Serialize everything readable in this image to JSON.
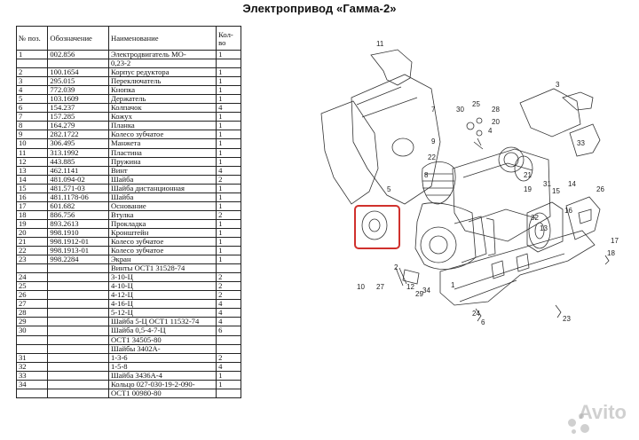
{
  "title": "Электропривод «Гамма-2»",
  "table": {
    "headers": [
      "№ поз.",
      "Обозначение",
      "Наименование",
      "Кол-во"
    ],
    "rows": [
      [
        "1",
        "002.856",
        "Электродвигатель МО-",
        "1"
      ],
      [
        "",
        "",
        "0,23-2",
        ""
      ],
      [
        "2",
        "100.1654",
        "Корпус редуктора",
        "1"
      ],
      [
        "3",
        "295.015",
        "Переключатель",
        "1"
      ],
      [
        "4",
        "772.039",
        "Кнопка",
        "1"
      ],
      [
        "5",
        "103.1609",
        "Держатель",
        "1"
      ],
      [
        "6",
        "154.237",
        "Колпачок",
        "4"
      ],
      [
        "7",
        "157.285",
        "Кожух",
        "1"
      ],
      [
        "8",
        "164.279",
        "Планка",
        "1"
      ],
      [
        "9",
        "282.1722",
        "Колесо зубчатое",
        "1"
      ],
      [
        "10",
        "306.495",
        "Манжета",
        "1"
      ],
      [
        "11",
        "313.1992",
        "Пластина",
        "1"
      ],
      [
        "12",
        "443.885",
        "Пружина",
        "1"
      ],
      [
        "13",
        "462.1141",
        "Винт",
        "4"
      ],
      [
        "14",
        "481.094-02",
        "Шайба",
        "2"
      ],
      [
        "15",
        "481.571-03",
        "Шайба дистанционная",
        "1"
      ],
      [
        "16",
        "481.1178-06",
        "Шайба",
        "1"
      ],
      [
        "17",
        "601.682",
        "Основание",
        "1"
      ],
      [
        "18",
        "886.756",
        "Втулка",
        "2"
      ],
      [
        "19",
        "893.2613",
        "Прокладка",
        "1"
      ],
      [
        "20",
        "998.1910",
        "Кронштейн",
        "1"
      ],
      [
        "21",
        "998.1912-01",
        "Колесо зубчатое",
        "1"
      ],
      [
        "22",
        "998.1913-01",
        "Колесо зубчатое",
        "1"
      ],
      [
        "23",
        "998.2284",
        "Экран",
        "1"
      ],
      [
        "",
        "",
        "Винты ОСТ1 31528-74",
        ""
      ],
      [
        "24",
        "",
        "3-10-Ц",
        "2"
      ],
      [
        "25",
        "",
        "4-10-Ц",
        "2"
      ],
      [
        "26",
        "",
        "4-12-Ц",
        "2"
      ],
      [
        "27",
        "",
        "4-16-Ц",
        "4"
      ],
      [
        "28",
        "",
        "5-12-Ц",
        "4"
      ],
      [
        "29",
        "",
        "Шайба 5-Ц ОСТ1 11532-74",
        "4"
      ],
      [
        "30",
        "",
        "Шайба 0,5-4-7-Ц",
        "6"
      ],
      [
        "",
        "",
        "ОСТ1 34505-80",
        ""
      ],
      [
        "",
        "",
        "Шайбы 3402А-",
        ""
      ],
      [
        "31",
        "",
        "1-3-6",
        "2"
      ],
      [
        "32",
        "",
        "1-5-8",
        "4"
      ],
      [
        "33",
        "",
        "Шайба 3436А-4",
        "1"
      ],
      [
        "34",
        "",
        "Кольцо 027-030-19-2-090-",
        "1"
      ],
      [
        "",
        "",
        "ОСТ1 00980-80",
        ""
      ]
    ]
  },
  "diagram": {
    "callouts": [
      "11",
      "4",
      "7",
      "30",
      "25",
      "28",
      "20",
      "3",
      "9",
      "22",
      "5",
      "8",
      "21",
      "19",
      "33",
      "14",
      "31",
      "15",
      "16",
      "26",
      "17",
      "18",
      "2",
      "1",
      "24",
      "23",
      "10",
      "27",
      "12",
      "29",
      "32",
      "13",
      "6",
      "34"
    ]
  },
  "watermark": "Avito",
  "colors": {
    "highlight": "#d0312d",
    "line": "#333333",
    "watermark": "#aaaaaa"
  }
}
